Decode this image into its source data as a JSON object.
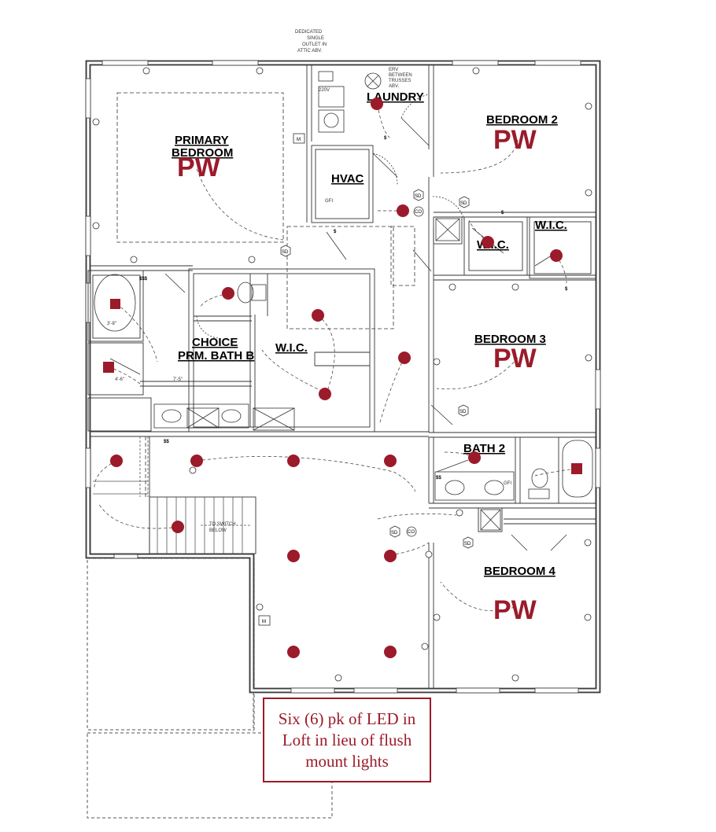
{
  "rooms": {
    "primary_bedroom": "PRIMARY",
    "primary_bedroom_2": "BEDROOM",
    "laundry": "LAUNDRY",
    "bedroom2": "BEDROOM 2",
    "hvac": "HVAC",
    "wic_top": "W.I.C.",
    "wic_mid": "W.I.C.",
    "choice_bath_1": "CHOICE",
    "choice_bath_2": "PRM. BATH B",
    "wic_center": "W.I.C.",
    "bedroom3": "BEDROOM 3",
    "bath2": "BATH 2",
    "bedroom4": "BEDROOM 4"
  },
  "pw_marks": [
    "PW",
    "PW",
    "PW",
    "PW"
  ],
  "small_labels": {
    "dedicated_1": "DEDICATED",
    "dedicated_2": "SINGLE",
    "dedicated_3": "OUTLET IN",
    "dedicated_4": "ATTIC ABV.",
    "erv_1": "ERV",
    "erv_2": "BETWEEN",
    "erv_3": "TRUSSES",
    "erv_4": "ABV.",
    "v220": "220V",
    "gfi_hvac": "GFI",
    "gfi_bath2": "GFI",
    "shower_dim": "3'-8\"",
    "dim_4_6": "4'-6\"",
    "dim_7_5": "7'-5\"",
    "to_switch_1": "TO SWITCH",
    "to_switch_2": "BELOW"
  },
  "symbol_codes": {
    "sd": "SD",
    "co": "CO",
    "m": "M",
    "sss": "$$$",
    "ss": "$$",
    "s": "$",
    "gfi": "GFI"
  },
  "note": {
    "text": "Six (6) pk of LED in\nLoft in lieu of flush\nmount lights"
  },
  "colors": {
    "accent": "#9b1b2a",
    "wall": "#555555",
    "wall_fill": "#bdbdbd",
    "line": "#000000"
  }
}
